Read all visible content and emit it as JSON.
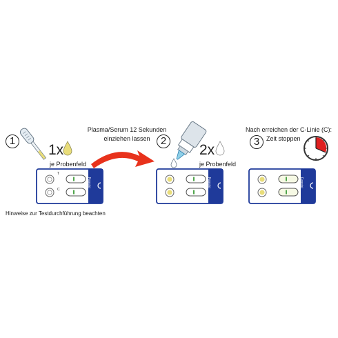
{
  "steps": [
    {
      "number": "1",
      "multiplier": "1x",
      "label": "je Probenfeld"
    },
    {
      "number": "2",
      "multiplier": "2x",
      "label": "je Probenfeld"
    },
    {
      "number": "3",
      "caption_line1": "Nach erreichen der C-Linie (C):",
      "caption_line2": "Zeit stoppen"
    }
  ],
  "arrow_caption_line1": "Plasma/Serum 12 Sekunden",
  "arrow_caption_line2": "einziehen lassen",
  "footnote": "Hinweise zur Testdurchführung beachten",
  "cassette_brand": "Fassisi",
  "line_marks": {
    "t": "T",
    "c": "C"
  },
  "colors": {
    "cassette_blue": "#1f3a9a",
    "sample_yellow": "#e9dd7a",
    "line_green": "#4fa54b",
    "arrow_red": "#e8321c",
    "timer_red": "#e02020"
  },
  "icons": [
    "pipette-icon",
    "drop-icon",
    "dropper-bottle-icon",
    "timer-icon",
    "curved-arrow-icon"
  ]
}
